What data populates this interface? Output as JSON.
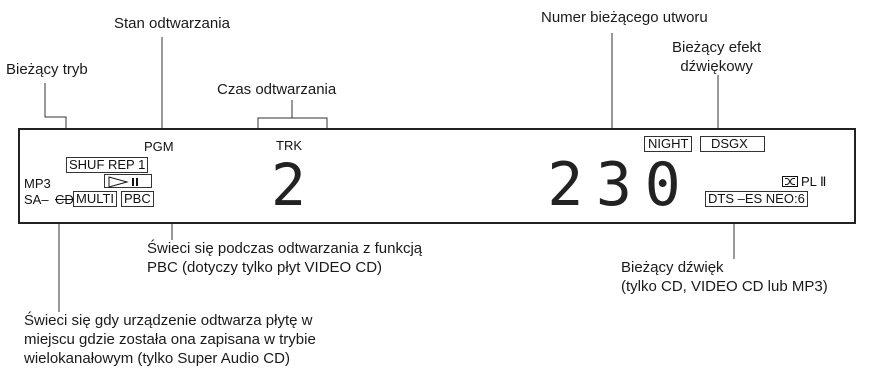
{
  "callouts": {
    "playback_state": "Stan odtwarzania",
    "current_mode": "Bieżący tryb",
    "playback_time": "Czas odtwarzania",
    "current_track_number": "Numer bieżącego utworu",
    "current_sound_effect": "Bieżący efekt\ndźwiękowy",
    "pbc_note": "Świeci się podczas odtwarzania z funkcją\nPBC (dotyczy tylko płyt VIDEO CD)",
    "current_sound": "Bieżący dźwięk\n(tylko CD, VIDEO CD lub MP3)",
    "multichannel_note": "Świeci się gdy urządzenie odtwarza płytę w\nmiejscu gdzie została ona zapisana w trybie\nwielokanałowym (tylko Super Audio CD)"
  },
  "display": {
    "pgm": "PGM",
    "shuf_rep": "SHUF REP 1",
    "mp3": "MP3",
    "sa_prefix": "SA–",
    "cd": "CD",
    "multi": "MULTI",
    "pbc": "PBC",
    "trk": "TRK",
    "track_digit": "2",
    "counter_digits": [
      "2",
      "3",
      "0"
    ],
    "night": "NIGHT",
    "dsgx": "DSGX",
    "dolby_pl": "PL Ⅱ",
    "dts": "DTS –ES NEO:6"
  }
}
